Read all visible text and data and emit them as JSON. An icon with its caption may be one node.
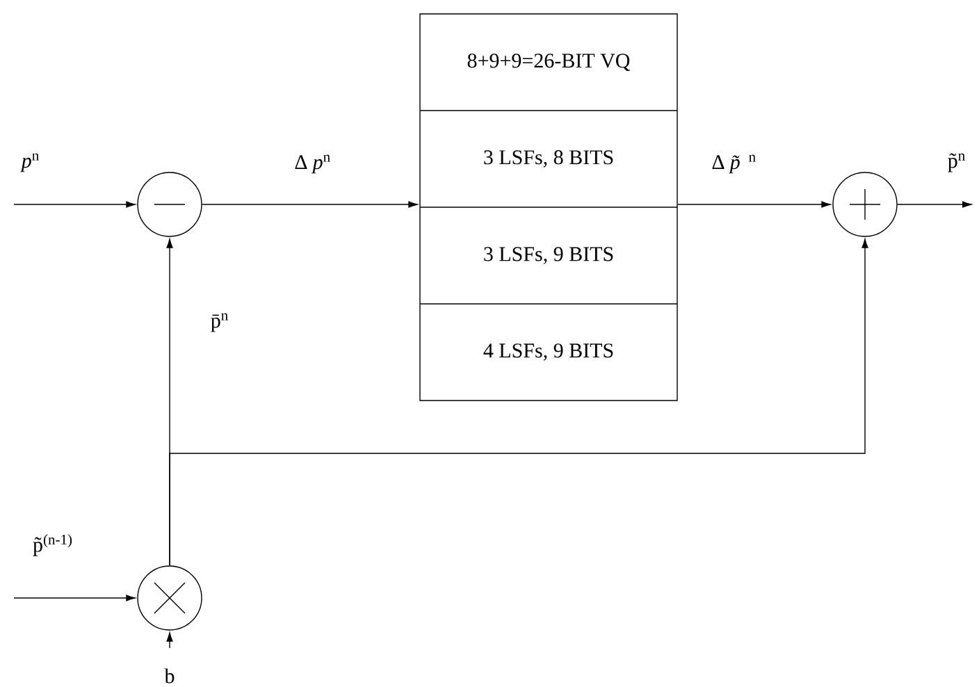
{
  "diagram": {
    "nodes": [
      {
        "text": [],
        "shape": "circle"
      },
      {
        "text": [
          "8+9+9=26-BIT VQ",
          "3 LSFs, 8 BITS",
          "3 LSFs, 9 BITS",
          "4 LSFs, 9 BITS"
        ]
      },
      {
        "text": [],
        "shape": "circle"
      },
      {
        "text": [],
        "shape": "circle"
      }
    ],
    "edges": [
      {
        "from": null,
        "to": 0,
        "arrow": "to",
        "label": "*p*$^{n}$"
      },
      {
        "from": 0,
        "to": 1,
        "arrow": "to",
        "label": "∆ *p*$^{n}$"
      },
      {
        "from": 1,
        "to": 2,
        "arrow": "to",
        "label": "∆ *p̃*$^{n}$"
      },
      {
        "from": 2,
        "to": null,
        "arrow": "to",
        "label": "p̃$^{n}$"
      },
      {
        "from": 3,
        "to": 0,
        "arrow": "to",
        "label": "p̄$^{n}$"
      },
      {
        "from": 3,
        "to": 2,
        "arrow": "to"
      },
      {
        "from": null,
        "to": 3,
        "arrow": "to",
        "label": "p̃$^{(n-1)}$"
      },
      {
        "from": null,
        "to": 3,
        "arrow": "to",
        "label": "b"
      }
    ]
  }
}
